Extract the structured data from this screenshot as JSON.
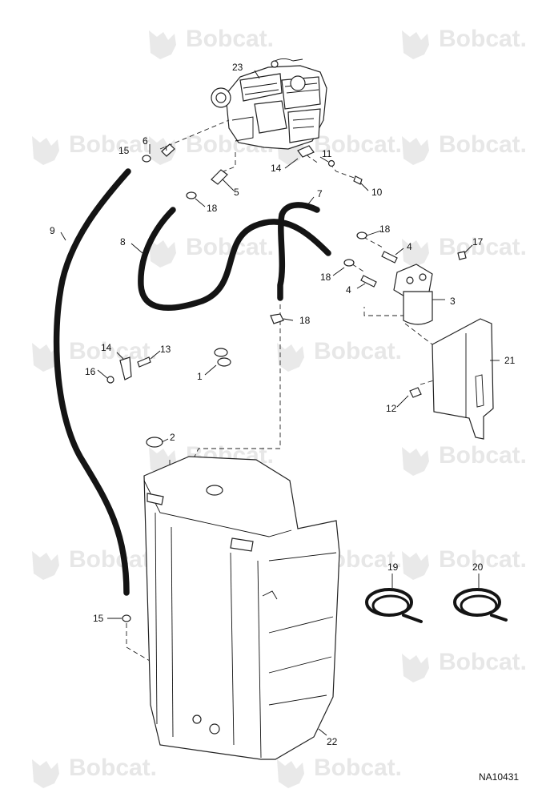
{
  "watermarks": [
    "Bobcat.",
    "Bobcat.",
    "Bobcat.",
    "Bobcat.",
    "Bobcat.",
    "Bobcat.",
    "Bobcat.",
    "Bobcat.",
    "Bobcat.",
    "Bobcat.",
    "Bobcat.",
    "Bobcat.",
    "Bobcat.",
    "Bobcat.",
    "Bobcat.",
    "Bobcat.",
    "Bobcat.",
    "Bobcat.",
    "Bobcat.",
    "Bobcat."
  ],
  "callouts": [
    "23",
    "6",
    "15",
    "11",
    "14",
    "10",
    "5",
    "18",
    "9",
    "7",
    "18",
    "8",
    "4",
    "17",
    "18",
    "4",
    "3",
    "18",
    "14",
    "13",
    "16",
    "1",
    "21",
    "12",
    "2",
    "19",
    "20",
    "15",
    "22"
  ],
  "drawing_number": "NA10431"
}
